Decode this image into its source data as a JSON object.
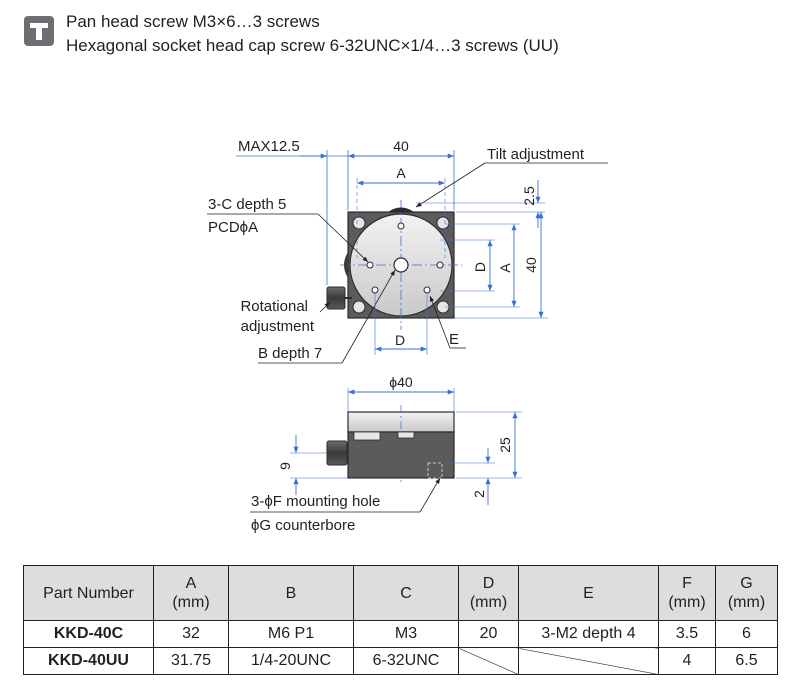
{
  "header": {
    "line1": "Pan head screw M3×6…3 screws",
    "line2": "Hexagonal socket head cap screw 6-32UNC×1/4…3 screws (UU)"
  },
  "top_view": {
    "max_label": "MAX12.5",
    "width_label": "40",
    "a_top": "A",
    "tilt_label": "Tilt adjustment",
    "dim_2_5": "2.5",
    "c_label": "3-C depth 5",
    "pcd_label": "PCDϕA",
    "d_right": "D",
    "a_right": "A",
    "h_40": "40",
    "rot_label_1": "Rotational",
    "rot_label_2": "adjustment",
    "b_label": "B depth 7",
    "d_bottom": "D",
    "e_label": "E"
  },
  "side_view": {
    "phi40": "ϕ40",
    "dim_25": "25",
    "dim_9": "9",
    "dim_2": "2",
    "f_label": "3-ϕF  mounting hole",
    "g_label": "ϕG  counterbore"
  },
  "table": {
    "headers": [
      {
        "l1": "Part Number",
        "l2": ""
      },
      {
        "l1": "A",
        "l2": "(mm)"
      },
      {
        "l1": "B",
        "l2": ""
      },
      {
        "l1": "C",
        "l2": ""
      },
      {
        "l1": "D",
        "l2": "(mm)"
      },
      {
        "l1": "E",
        "l2": ""
      },
      {
        "l1": "F",
        "l2": "(mm)"
      },
      {
        "l1": "G",
        "l2": "(mm)"
      }
    ],
    "rows": [
      {
        "part": "KKD-40C",
        "a": "32",
        "b": "M6 P1",
        "c": "M3",
        "d": "20",
        "e": "3-M2 depth 4",
        "f": "3.5",
        "g": "6"
      },
      {
        "part": "KKD-40UU",
        "a": "31.75",
        "b": "1/4-20UNC",
        "c": "6-32UNC",
        "d": "",
        "e": "",
        "f": "4",
        "g": "6.5"
      }
    ]
  },
  "colors": {
    "dimension": "#3b6fd8",
    "body": "#4a4a4a",
    "header_bg": "#dcdddd",
    "icon_bg": "#6d6e71"
  }
}
